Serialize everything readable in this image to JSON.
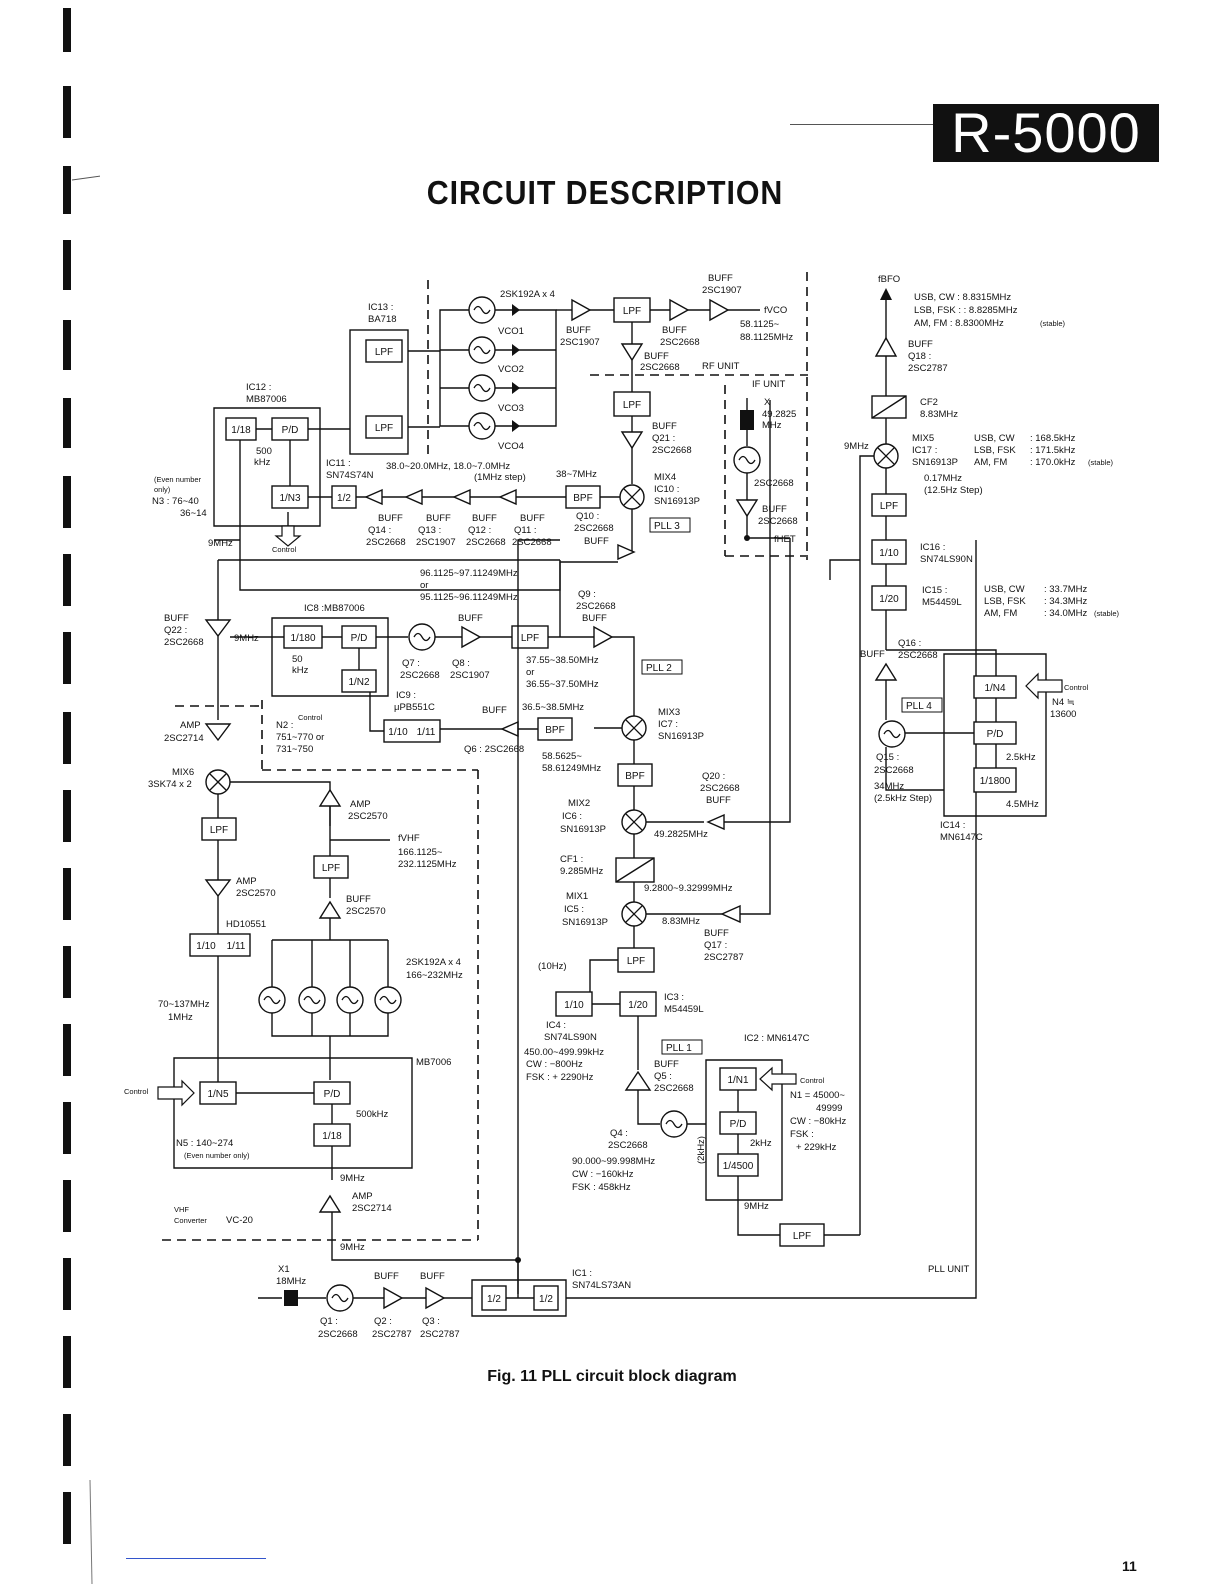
{
  "header": {
    "model": "R-5000",
    "title": "CIRCUIT DESCRIPTION"
  },
  "figure": {
    "caption": "Fig. 11  PLL circuit block diagram"
  },
  "blocks": {
    "ic13_lpf_top": "LPF",
    "ic13_lpf_bot": "LPF",
    "ic12_div18": "1/18",
    "ic12_pd": "P/D",
    "ic12_n3": "1/N3",
    "ic11_div2": "1/2",
    "bpf_top": "BPF",
    "lpf_vco": "LPF",
    "lpf_rf": "LPF",
    "ic8_div180": "1/180",
    "ic8_pd": "P/D",
    "ic8_n2": "1/N2",
    "lpf_pll2": "LPF",
    "bpf_mix3": "BPF",
    "ic9_div10": "1/10",
    "ic9_div11": "1/11",
    "bpf_mix2": "BPF",
    "lpf_mix6": "LPF",
    "lpf_vhf": "LPF",
    "hd_div10": "1/10",
    "hd_div11": "1/11",
    "mb_n5": "1/N5",
    "mb_pd": "P/D",
    "mb_div18": "1/18",
    "lpf_mix1": "LPF",
    "ic4_div10": "1/10",
    "ic3_div20": "1/20",
    "ic2_n1": "1/N1",
    "ic2_pd": "P/D",
    "ic2_div4500": "1/4500",
    "lpf_9mhz": "LPF",
    "ic1_div2a": "1/2",
    "ic1_div2b": "1/2",
    "lpf_mix5": "LPF",
    "ic16_div10": "1/10",
    "ic15_div20": "1/20",
    "ic14_n4": "1/N4",
    "ic14_pd": "P/D",
    "ic14_div1800": "1/1800"
  },
  "pll_tags": {
    "pll1": "PLL 1",
    "pll2": "PLL 2",
    "pll3": "PLL 3",
    "pll4": "PLL 4"
  },
  "labels": {
    "bfo_f": "fBFO",
    "bfo_usb": "USB, CW    : 8.8315MHz",
    "bfo_lsb": "LSB, FSK : : 8.8285MHz",
    "bfo_am": "AM, FM      : 8.8300MHz",
    "bfo_stable": "(stable)",
    "q18_buff": "BUFF",
    "q18_name": "Q18 :",
    "q18_part": "2SC2787",
    "cf2_name": "CF2",
    "cf2_freq": "8.83MHz",
    "mix5_name": "MIX5",
    "mix5_ic": "IC17 :",
    "mix5_part": "SN16913P",
    "mix5_9mhz": "9MHz",
    "mix5_usb": "USB, CW",
    "mix5_usb_f": ": 168.5kHz",
    "mix5_lsb": "LSB, FSK",
    "mix5_lsb_f": ": 171.5kHz",
    "mix5_am": "AM, FM",
    "mix5_am_f": ": 170.0kHz",
    "mix5_stable": "(stable)",
    "mix5_017": "0.17MHz",
    "mix5_step": "(12.5Hz Step)",
    "ic16_name": "IC16 :",
    "ic16_part": "SN74LS90N",
    "ic15_name": "IC15 :",
    "ic15_part": "M54459L",
    "ic15_usb": "USB, CW",
    "ic15_usb_f": ": 33.7MHz",
    "ic15_lsb": "LSB, FSK",
    "ic15_lsb_f": ": 34.3MHz",
    "ic15_am": "AM, FM",
    "ic15_am_f": ": 34.0MHz",
    "ic15_stable": "(stable)",
    "q16_name": "Q16 :",
    "q16_buff": "BUFF",
    "q16_part": "2SC2668",
    "ic14_control": "Control",
    "ic14_n4": "N4 ≒",
    "ic14_n4v": "13600",
    "ic14_25khz": "2.5kHz",
    "ic14_45mhz": "4.5MHz",
    "ic14_name": "IC14 :",
    "ic14_part": "MN6147C",
    "q15_name": "Q15 :",
    "q15_part": "2SC2668",
    "q15_34": "34MHz",
    "q15_step": "(2.5kHz Step)",
    "vco_part": "2SK192A x 4",
    "vco1": "VCO1",
    "vco2": "VCO2",
    "vco3": "VCO3",
    "vco4": "VCO4",
    "vco_buff_top": "BUFF",
    "vco_buff_top_part": "2SC1907",
    "vco_buff1": "BUFF",
    "vco_buff1_part": "2SC1907",
    "vco_buff2": "BUFF",
    "vco_buff2_part": "2SC2668",
    "vco_buff3": "BUFF",
    "vco_buff3_part": "2SC2668",
    "fvco": "fVCO",
    "fvco_range": "58.1125~",
    "fvco_range2": "88.1125MHz",
    "rf_unit": "RF UNIT",
    "if_unit": "IF UNIT",
    "x_name": "X",
    "x_freq": "49.2825",
    "x_mhz": "MHz",
    "if_osc_part": "2SC2668",
    "if_buff": "BUFF",
    "if_buff_part": "2SC2668",
    "fhet": "fHET",
    "ic13_name": "IC13 :",
    "ic13_part": "BA718",
    "ic12_name": "IC12 :",
    "ic12_part": "MB87006",
    "ic12_500": "500",
    "ic12_khz": "kHz",
    "ic11_name": "IC11 :",
    "ic11_part": "SN74S74N",
    "even_note": "(Even number",
    "even_note2": "only)",
    "n3_a": "N3 : 76~40",
    "n3_b": "36~14",
    "ic12_9mhz": "9MHz",
    "ic12_control": "Control",
    "freq_38_20": "38.0~20.0MHz, 18.0~7.0MHz",
    "freq_step": "(1MHz step)",
    "freq_38_7": "38~7MHz",
    "q21_buff": "BUFF",
    "q21_name": "Q21 :",
    "q21_part": "2SC2668",
    "mix4_name": "MIX4",
    "mix4_ic": "IC10 :",
    "mix4_part": "SN16913P",
    "q10_name": "Q10 :",
    "q10_part": "2SC2668",
    "q10_buff": "BUFF",
    "row_buff1": "BUFF",
    "row_buff2": "BUFF",
    "row_buff3": "BUFF",
    "row_buff4": "BUFF",
    "q14": "Q14 :",
    "q13": "Q13 :",
    "q12": "Q12 :",
    "q11": "Q11 :",
    "q14p": "2SC2668",
    "q13p": "2SC1907",
    "q12p": "2SC2668",
    "q11p": "2SC2668",
    "f96": "96.1125~97.11249MHz",
    "f96_or": "or",
    "f95": "95.1125~96.11249MHz",
    "q9_name": "Q9 :",
    "q9_part": "2SC2668",
    "q9_buff": "BUFF",
    "q22_buff": "BUFF",
    "q22_name": "Q22 :",
    "q22_part": "2SC2668",
    "q22_9mhz": "9MHz",
    "ic8_name": "IC8 :MB87006",
    "ic8_50": "50",
    "ic8_khz": "kHz",
    "ic8_control": "Control",
    "pll2_buff": "BUFF",
    "q7": "Q7 :",
    "q7p": "2SC2668",
    "q8": "Q8 :",
    "q8p": "2SC1907",
    "f3756": "37.55~38.50MHz",
    "f3756_or": "or",
    "f3655": "36.55~37.50MHz",
    "ic9_name": "IC9 :",
    "ic9_part": "μPB551C",
    "n2_name": "N2 :",
    "n2_a": "751~770 or",
    "n2_b": "731~750",
    "amp_q": "AMP",
    "amp_part": "2SC2714",
    "mix3_buff": "BUFF",
    "f365": "36.5~38.5MHz",
    "mix3_name": "MIX3",
    "mix3_ic": "IC7 :",
    "mix3_part": "SN16913P",
    "q6": "Q6 :  2SC2668",
    "f585": "58.5625~",
    "f5861": "58.61249MHz",
    "mix6_name": "MIX6",
    "mix6_part": "3SK74 x 2",
    "amp2570a": "AMP",
    "amp2570a_p": "2SC2570",
    "fvhf": "fVHF",
    "fvhf_a": "166.1125~",
    "fvhf_b": "232.1125MHz",
    "q20_name": "Q20 :",
    "q20_part": "2SC2668",
    "q20_buff": "BUFF",
    "mix2_name": "MIX2",
    "mix2_ic": "IC6 :",
    "mix2_part": "SN16913P",
    "mix2_49": "49.2825MHz",
    "amp2570b": "AMP",
    "amp2570b_p": "2SC2570",
    "buff2570": "BUFF",
    "buff2570_p": "2SC2570",
    "hd_part": "HD10551",
    "cf1_name": "CF1 :",
    "cf1_freq": "9.285MHz",
    "f928": "9.2800~9.32999MHz",
    "mix1_name": "MIX1",
    "mix1_ic": "IC5 :",
    "mix1_part": "SN16913P",
    "mix1_883": "8.83MHz",
    "q17_buff": "BUFF",
    "q17_name": "Q17 :",
    "q17_part": "2SC2787",
    "vhf_vco_part": "2SK192A x 4",
    "vhf_vco_range": "166~232MHz",
    "f70": "70~137MHz",
    "f1mhz": "1MHz",
    "mb_part": "MB7006",
    "mb_control": "Control",
    "mb_500": "500kHz",
    "n5_a": "N5 : 140~274",
    "n5_b": "(Even number only)",
    "mb_9mhz": "9MHz",
    "vhf_amp": "AMP",
    "vhf_amp_p": "2SC2714",
    "vhf_conv": "VHF",
    "vhf_conv2": "Converter",
    "vc20": "VC-20",
    "vhf_9mhz": "9MHz",
    "f10hz": "(10Hz)",
    "ic4_name": "IC4 :",
    "ic4_part": "SN74LS90N",
    "ic4_450": "450.00~499.99kHz",
    "ic4_cw": "CW :  −800Hz",
    "ic4_fsk": "FSK : + 2290Hz",
    "ic3_name": "IC3 :",
    "ic3_part": "M54459L",
    "ic2_name": "IC2 : MN6147C",
    "q5_buff": "BUFF",
    "q5_name": "Q5 :",
    "q5_part": "2SC2668",
    "ic2_control": "Control",
    "n1_a": "N1 = 45000~",
    "n1_b": "49999",
    "n1_cw": "CW : −80kHz",
    "n1_fsk": "FSK :",
    "n1_fsk2": "+ 229kHz",
    "ic2_2khz": "2kHz",
    "ic2_2khz_v": "(2kHz)",
    "q4_name": "Q4 :",
    "q4_part": "2SC2668",
    "q4_90": "90.000~99.998MHz",
    "q4_cw": "CW :  −160kHz",
    "q4_fsk": "FSK :  458kHz",
    "ic2_9mhz": "9MHz",
    "x1_name": "X1",
    "x1_freq": "18MHz",
    "q1_buff": "BUFF",
    "q2_buff": "BUFF",
    "q1": "Q1 :",
    "q1p": "2SC2668",
    "q2": "Q2 :",
    "q2p": "2SC2787",
    "q3": "Q3 :",
    "q3p": "2SC2787",
    "ic1_name": "IC1 :",
    "ic1_part": "SN74LS73AN",
    "pll_unit": "PLL UNIT"
  },
  "page": {
    "number": "11"
  }
}
